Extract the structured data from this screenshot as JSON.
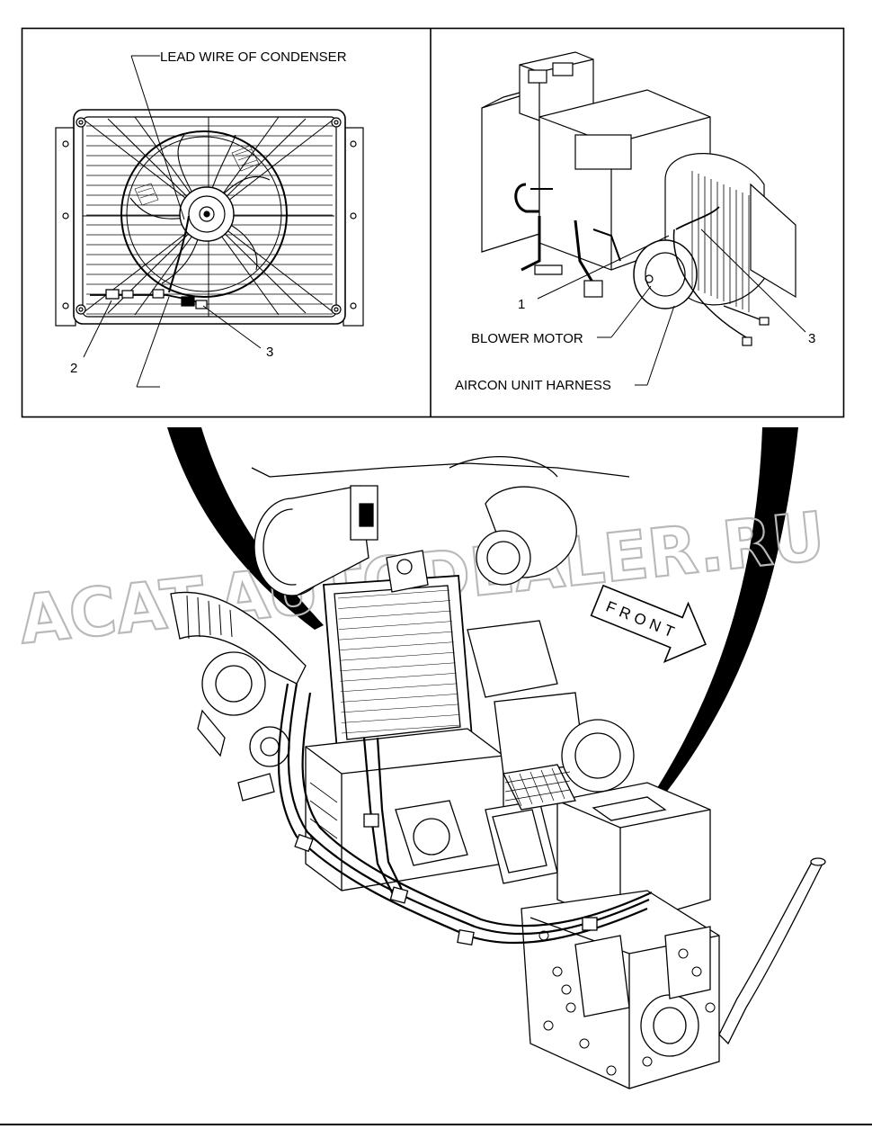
{
  "labels": {
    "lead_wire": "LEAD WIRE OF CONDENSER",
    "blower_motor": "BLOWER MOTOR",
    "aircon_harness": "AIRCON UNIT HARNESS",
    "front": "FRONT"
  },
  "callouts": {
    "left_2": "2",
    "left_3": "3",
    "right_1": "1",
    "right_3": "3"
  },
  "watermark": "ACAT.AUTODEALER.RU",
  "colors": {
    "ink": "#000000",
    "watermark": "#b9b9b9",
    "paper": "#ffffff"
  }
}
